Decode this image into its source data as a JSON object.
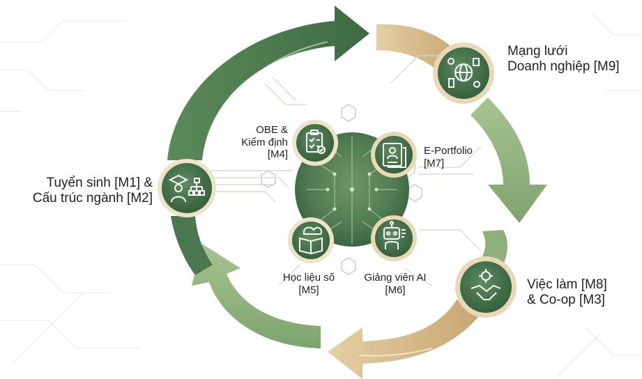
{
  "nodes": {
    "admission": {
      "line1": "Tuyển sinh [M1] &",
      "line2": "Cấu trúc ngành [M2]",
      "icon": "graduate-org-chart-icon"
    },
    "network": {
      "line1": "Mạng lưới",
      "line2": "Doanh nghiệp [M9]",
      "icon": "globe-network-icon"
    },
    "jobs": {
      "line1": "Việc làm [M8]",
      "line2": "& Co-op [M3]",
      "icon": "handshake-icon"
    },
    "obe": {
      "line1": "OBE &",
      "line2": "Kiểm định",
      "line3": "[M4]",
      "icon": "checklist-icon"
    },
    "eportfolio": {
      "line1": "E-Portfolio",
      "line2": "[M7]",
      "icon": "portfolio-icon"
    },
    "materials": {
      "line1": "Học liệu số",
      "line2": "[M5]",
      "icon": "digital-book-icon"
    },
    "ai": {
      "line1": "Giảng viên AI",
      "line2": "[M6]",
      "icon": "robot-icon"
    }
  },
  "colors": {
    "green_dark": "#3f6b44",
    "green_mid": "#5d8b5c",
    "green_light": "#9cbc86",
    "beige": "#d8b98a",
    "beige_light": "#eadbb8",
    "node_fill": "#4a7650",
    "node_ring": "#cdb58a"
  }
}
